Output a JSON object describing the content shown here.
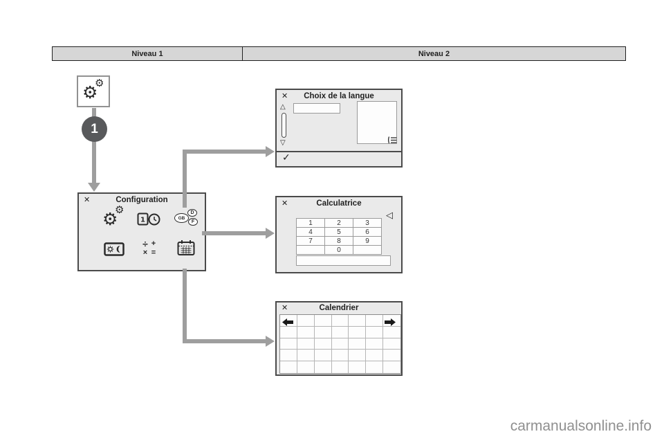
{
  "colors": {
    "panel_bg": "#eaeaea",
    "panel_border": "#4a4a4a",
    "arrow_gray": "#9e9e9e",
    "header_bg": "#d6d6d6",
    "ink": "#1f1f1f",
    "watermark": "#8f8f8f"
  },
  "header": {
    "columns": [
      {
        "label": "Niveau 1"
      },
      {
        "label": "Niveau 2"
      }
    ]
  },
  "step": {
    "number": "1"
  },
  "icons": {
    "settings_gear": "⚙",
    "close": "✕",
    "confirm": "✓",
    "scroll_up": "△",
    "scroll_down": "▽",
    "backspace": "◁"
  },
  "config_panel": {
    "title": "Configuration",
    "language_badges": [
      "GB",
      "D",
      "F"
    ],
    "calc_glyphs": [
      "÷",
      "+",
      "×",
      "="
    ]
  },
  "language_panel": {
    "title": "Choix de la langue"
  },
  "calculator_panel": {
    "title": "Calculatrice",
    "keys": [
      [
        "1",
        "2",
        "3"
      ],
      [
        "4",
        "5",
        "6"
      ],
      [
        "7",
        "8",
        "9"
      ],
      [
        "",
        "0",
        ""
      ]
    ]
  },
  "calendar_panel": {
    "title": "Calendrier",
    "grid": {
      "rows": 5,
      "cols": 7
    }
  },
  "watermark": "carmanualsonline.info"
}
